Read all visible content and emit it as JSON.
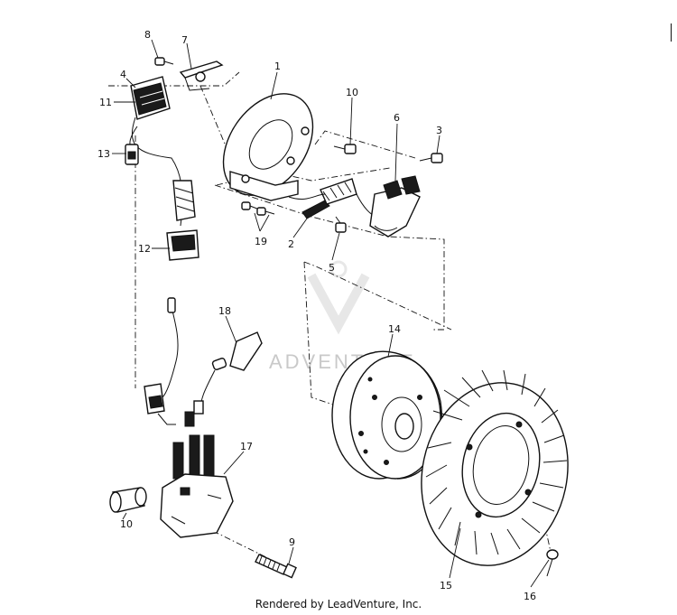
{
  "callouts": {
    "c1": "1",
    "c2": "2",
    "c3": "3",
    "c4": "4",
    "c5": "5",
    "c6": "6",
    "c7": "7",
    "c8": "8",
    "c9": "9",
    "c10a": "10",
    "c10b": "10",
    "c11": "11",
    "c12": "12",
    "c13": "13",
    "c14": "14",
    "c15": "15",
    "c16": "16",
    "c17": "17",
    "c18": "18",
    "c19": "19"
  },
  "watermark": {
    "text": "ADVENTURE"
  },
  "footer": {
    "text": "Rendered by LeadVenture, Inc."
  }
}
